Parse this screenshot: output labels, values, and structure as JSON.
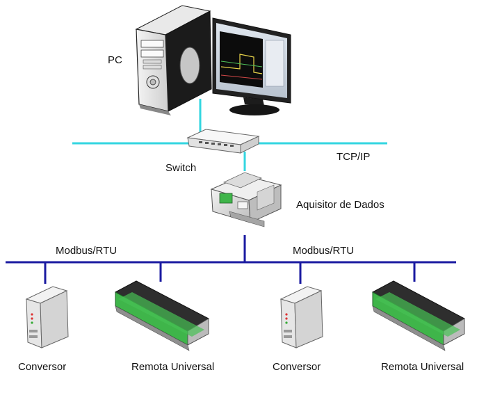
{
  "labels": {
    "pc": "PC",
    "switch": "Switch",
    "tcpip": "TCP/IP",
    "acquisitor": "Aquisitor de Dados",
    "modbus_left": "Modbus/RTU",
    "modbus_right": "Modbus/RTU",
    "converter_1": "Conversor",
    "remote_1": "Remota Universal",
    "converter_2": "Conversor",
    "remote_2": "Remota Universal"
  },
  "colors": {
    "ethernet_line": "#33d6e0",
    "modbus_bus": "#1a1aa0",
    "terminal_green": "#3fb54a"
  }
}
